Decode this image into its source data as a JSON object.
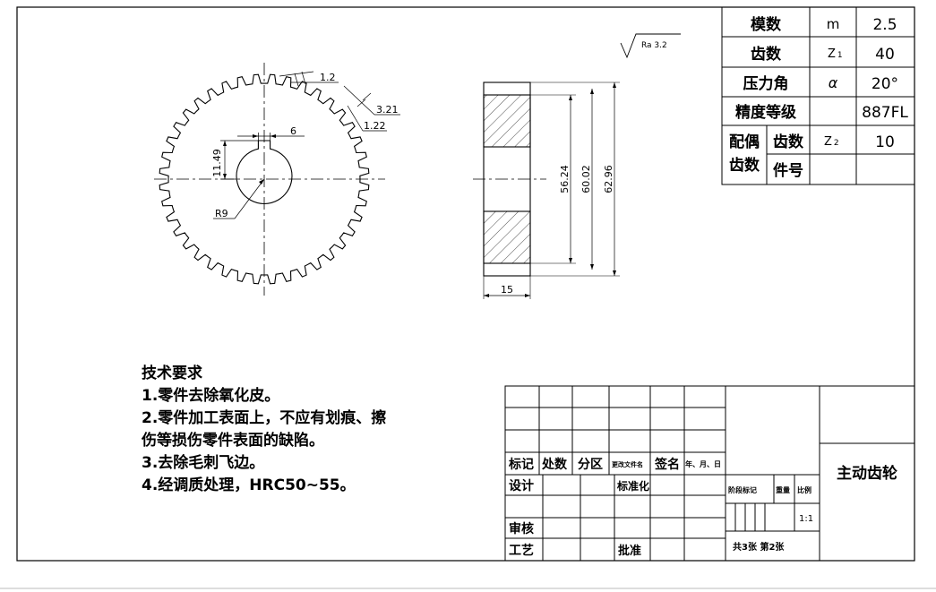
{
  "params": {
    "module": {
      "label": "模数",
      "symbol": "m",
      "value": "2.5"
    },
    "teeth": {
      "label": "齿数",
      "symbol": "Z1",
      "symbol_main": "Z",
      "symbol_sub": "1",
      "value": "40"
    },
    "pressure_angle": {
      "label": "压力角",
      "symbol": "α",
      "value": "20°"
    },
    "precision": {
      "label": "精度等级",
      "value": "887FL"
    },
    "mating": {
      "label_a": "配偶",
      "label_b": "齿数",
      "teeth_label": "齿数",
      "part_label": "件号",
      "symbol": "Z2",
      "symbol_main": "Z",
      "symbol_sub": "2",
      "value": "10"
    }
  },
  "surface_roughness": "Ra 3.2",
  "dimensions": {
    "tooth_tip": "1.2",
    "tooth_height": "3.21",
    "dedendum": "1.22",
    "keyway_width": "6",
    "keyway_depth": "11.49",
    "bore_radius": "R9",
    "root_diameter": "56.24",
    "pitch_diameter": "60.02",
    "outer_diameter": "62.96",
    "face_width": "15"
  },
  "tech_requirements": {
    "title": "技术要求",
    "items": [
      "1.零件去除氧化皮。",
      "2.零件加工表面上，不应有划痕、擦",
      "伤等损伤零件表面的缺陷。",
      "3.去除毛刺飞边。",
      "4.经调质处理，HRC50~55。"
    ]
  },
  "title_block": {
    "part_name": "主动齿轮",
    "mark": "标记",
    "count": "处数",
    "zone": "分区",
    "change_doc": "更改文件名",
    "signature": "签名",
    "date": "年、月、日",
    "design": "设计",
    "standardize": "标准化",
    "stage_mark": "阶段标记",
    "weight": "重量",
    "scale_label": "比例",
    "scale_value": "1:1",
    "review": "审核",
    "process": "工艺",
    "approve": "批准",
    "sheets": "共3张  第2张"
  }
}
